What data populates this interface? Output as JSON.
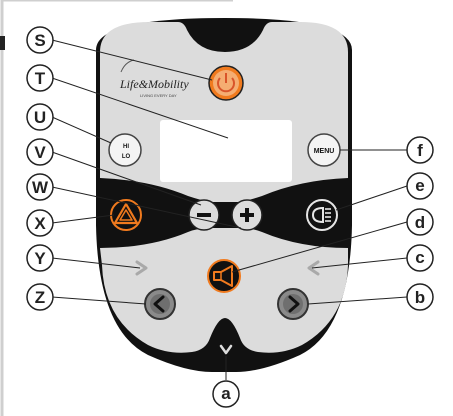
{
  "brand": {
    "name": "Life&Mobility",
    "tagline": "LIVING EVERY DAY",
    "logo_color": "#222222"
  },
  "buttons": {
    "power": {
      "icon": "power-icon",
      "color": "#f07a1e"
    },
    "hi_lo": {
      "line1": "HI",
      "line2": "LO"
    },
    "menu": {
      "label": "MENU"
    },
    "minus": {
      "icon": "minus-icon",
      "label": "–"
    },
    "plus": {
      "icon": "plus-icon",
      "label": "+"
    },
    "hazard": {
      "icon": "hazard-triangle-icon",
      "color": "#f07a1e"
    },
    "headlight": {
      "icon": "headlight-icon"
    },
    "horn": {
      "icon": "horn-icon",
      "color": "#f07a1e"
    },
    "indicator_left": {
      "icon": "chevron-left-icon"
    },
    "indicator_right": {
      "icon": "chevron-right-icon"
    },
    "nav_left": {
      "icon": "chevron-left-icon"
    },
    "nav_right": {
      "icon": "chevron-right-icon"
    },
    "nav_down": {
      "icon": "chevron-down-icon"
    }
  },
  "callouts": {
    "S": "S",
    "T": "T",
    "U": "U",
    "V": "V",
    "W": "W",
    "X": "X",
    "Y": "Y",
    "Z": "Z",
    "a": "a",
    "b": "b",
    "c": "c",
    "d": "d",
    "e": "e",
    "f": "f"
  },
  "colors": {
    "panel_light": "#dcdcdc",
    "panel_dark": "#111111",
    "accent": "#f07a1e",
    "screen": "#ffffff"
  }
}
